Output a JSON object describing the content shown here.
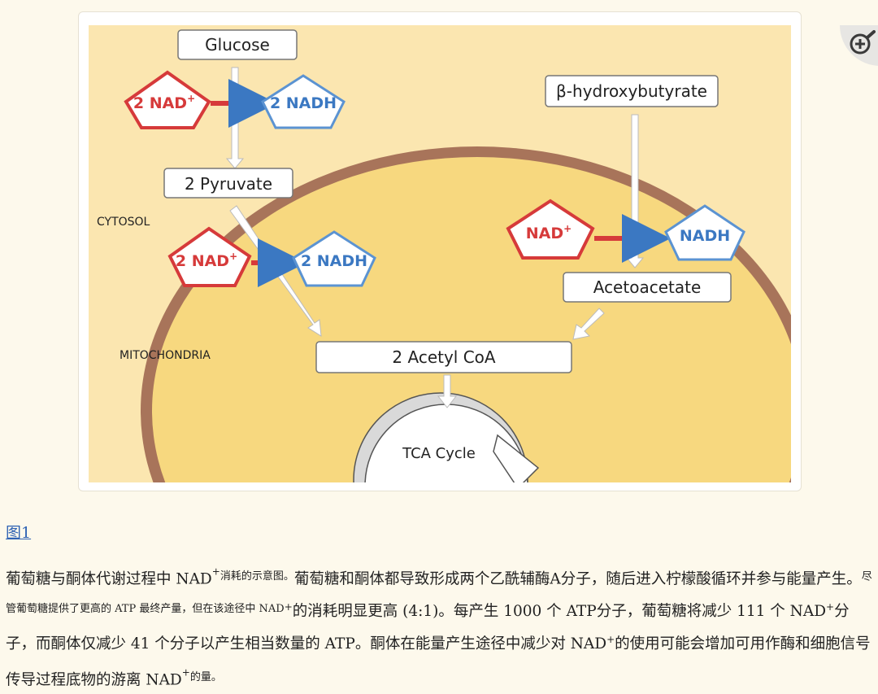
{
  "diagram": {
    "labels": {
      "glucose": "Glucose",
      "pyruvate": "2 Pyruvate",
      "bhb": "β-hydroxybutyrate",
      "acetoacetate": "Acetoacetate",
      "acetyl_coa": "2 Acetyl CoA",
      "tca": "TCA Cycle",
      "cytosol": "CYTOSOL",
      "mitochondria": "MITOCHONDRIA",
      "nad_2": "2 NAD",
      "nadh_2": "2 NADH",
      "nad": "NAD",
      "nadh": "NADH",
      "plus": "+"
    },
    "colors": {
      "cytosol_bg": "#fbe6b0",
      "mito_fill": "#f7d87f",
      "mito_border": "#a8745a",
      "nad_red": "#d63a3a",
      "nadh_blue": "#3b78c2"
    }
  },
  "zoom_icon": "zoom-in-icon",
  "figure_link": "图1",
  "caption": {
    "t1": "葡萄糖与酮体代谢过程中 NAD",
    "sup": "+",
    "t2": "消耗的示意图。",
    "t3": "葡萄糖和酮体都导致形成两个乙酰辅酶A分子，随后进入柠檬酸循环并参与能量产生。",
    "t4": "尽管葡萄糖提供了更高的 ATP 最终产量，但在该途径中 NAD",
    "t5": "的消耗明显更高 (4:1)。每产生 1000 个 ATP分子，葡萄糖将减少 111 个 NAD",
    "t6": "分子，而酮体仅减少 41 个分子以产生相当数量的 ATP。酮体在能量产生途径中减少对 NAD",
    "t7": "的使用可能会增加可用作酶和细胞信号传导过程底物的游离 NAD",
    "t8": "的量。"
  }
}
